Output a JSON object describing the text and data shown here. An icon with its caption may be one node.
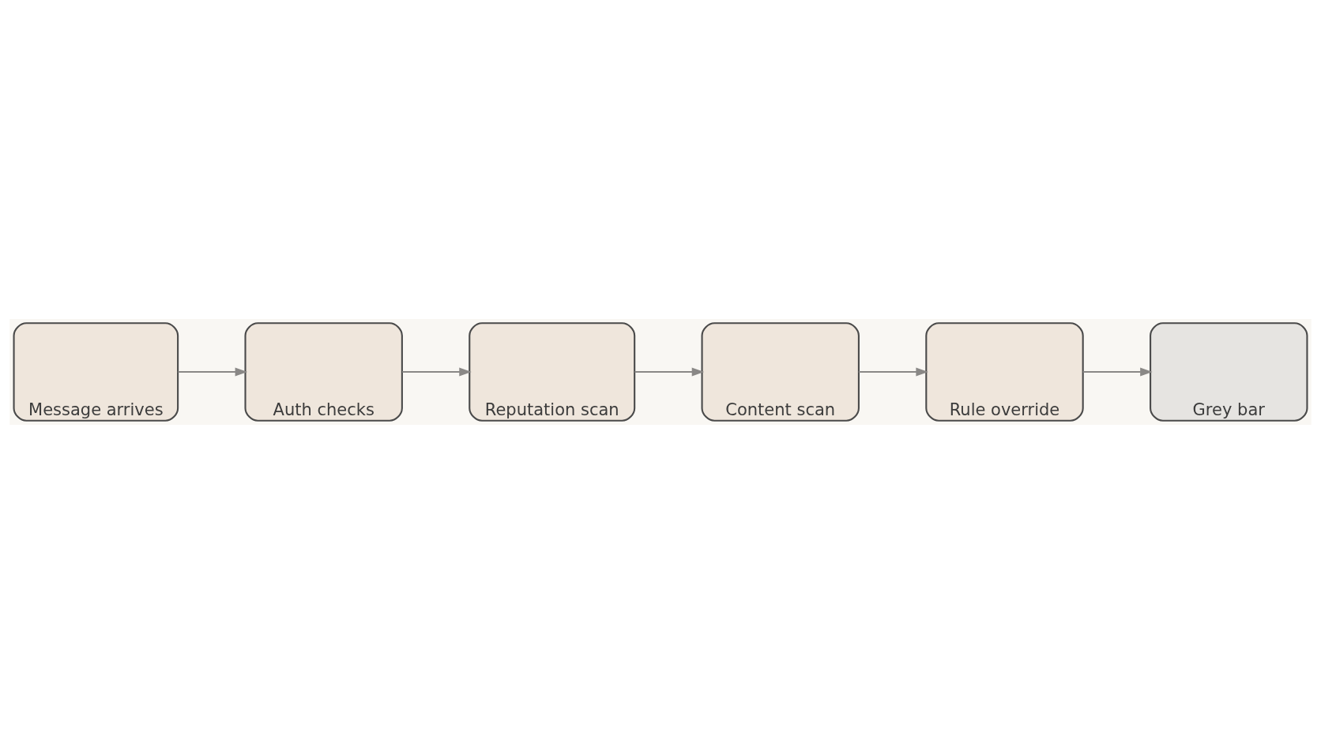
{
  "diagram": {
    "nodes": [
      {
        "text": [
          "Message arrives"
        ]
      },
      {
        "text": [
          "Auth checks"
        ]
      },
      {
        "text": [
          "Reputation scan"
        ]
      },
      {
        "text": [
          "Content scan"
        ]
      },
      {
        "text": [
          "Rule override"
        ]
      },
      {
        "text": [
          "Grey bar"
        ]
      }
    ],
    "edges": [
      {
        "from": 0,
        "to": 1,
        "arrow": "to"
      },
      {
        "from": 1,
        "to": 2,
        "arrow": "to"
      },
      {
        "from": 2,
        "to": 3,
        "arrow": "to"
      },
      {
        "from": 3,
        "to": 4,
        "arrow": "to"
      },
      {
        "from": 4,
        "to": 5,
        "arrow": "to"
      }
    ]
  }
}
